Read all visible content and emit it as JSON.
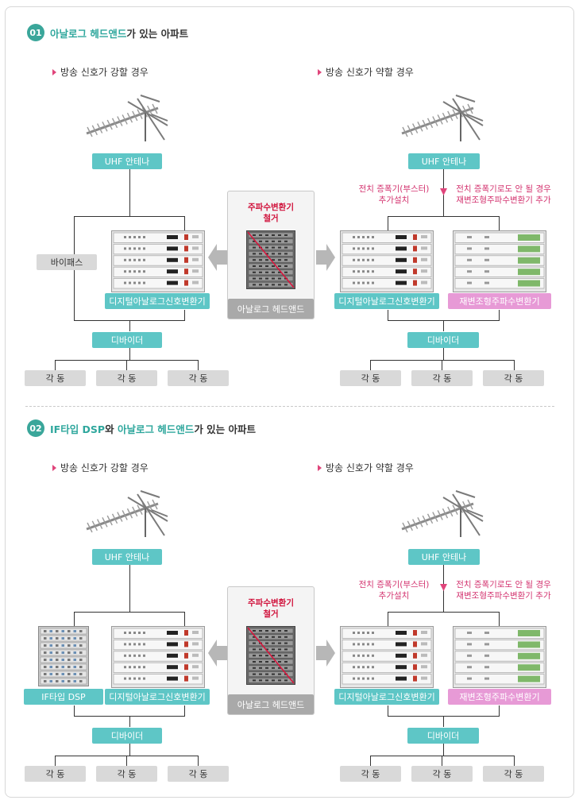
{
  "sections": [
    {
      "number": "01",
      "title_highlight": "아날로그 헤드앤드",
      "title_rest": "가 있는 아파트",
      "strong_label": "방송 신호가 강할 경우",
      "weak_label": "방송 신호가 약할 경우",
      "antenna": "UHF 안테나",
      "bypass": "바이패스",
      "converter": "디지털아날로그신호변환기",
      "divider": "디바이더",
      "building": "각 동",
      "center_note": "주파수변환기\n철거",
      "center_label": "아날로그 헤드앤드",
      "weak_note_left": "전치 증폭기(부스터)\n추가설치",
      "weak_note_right": "전치 증폭기로도 안 될 경우\n재변조형주파수변환기 추가",
      "remod": "재변조형주파수변환기"
    },
    {
      "number": "02",
      "title_highlight1": "IF타입 DSP",
      "title_mid": "와 ",
      "title_highlight2": "아날로그 헤드앤드",
      "title_rest": "가 있는 아파트",
      "strong_label": "방송 신호가 강할 경우",
      "weak_label": "방송 신호가 약할 경우",
      "antenna": "UHF 안테나",
      "dsp": "IF타입 DSP",
      "converter": "디지털아날로그신호변환기",
      "divider": "디바이더",
      "building": "각 동",
      "center_note": "주파수변환기\n철거",
      "center_label": "아날로그 헤드앤드",
      "weak_note_left": "전치 증폭기(부스터)\n추가설치",
      "weak_note_right": "전치 증폭기로도 안 될 경우\n재변조형주파수변환기 추가",
      "remod": "재변조형주파수변환기"
    }
  ],
  "colors": {
    "teal": "#5ec6c6",
    "pink": "#e79ad6",
    "accent": "#e0457b",
    "red": "#d0103a"
  }
}
